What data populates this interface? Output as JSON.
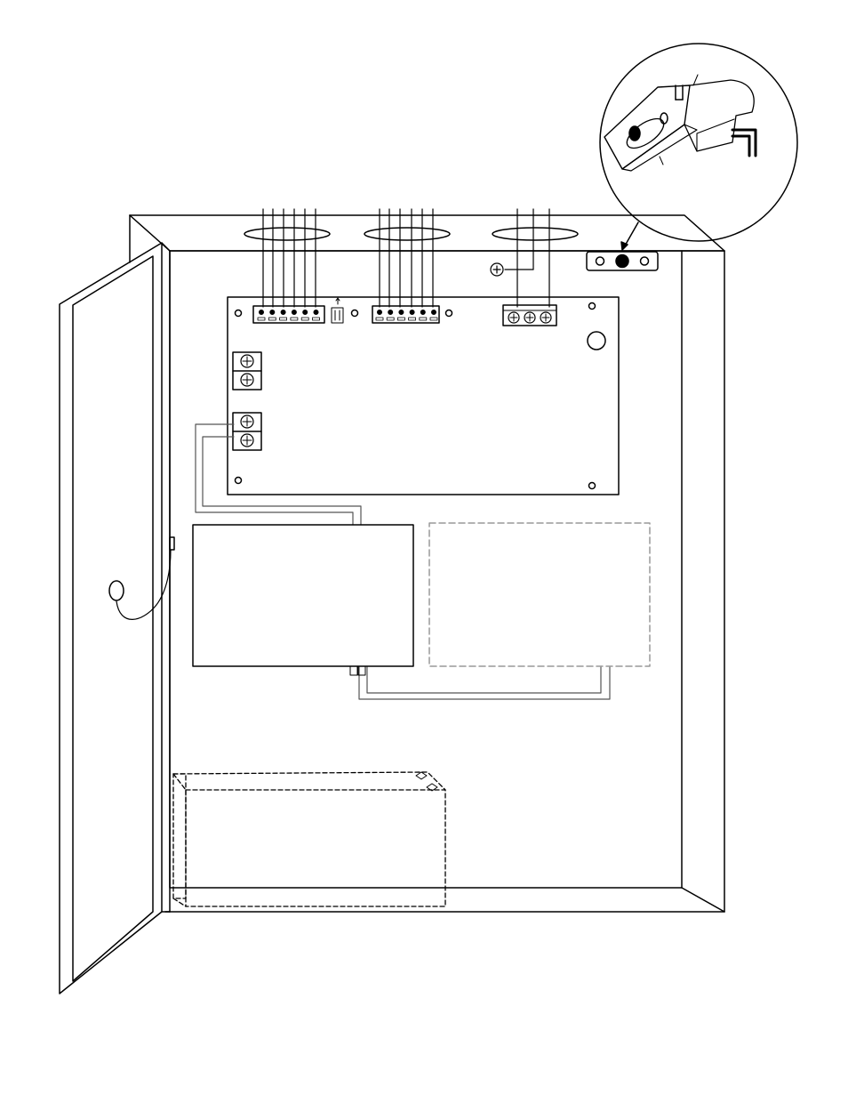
{
  "diagram": {
    "kind": "line-drawing",
    "colors": {
      "line": "#000000",
      "background": "#ffffff",
      "wire_gray": "#555555",
      "optional_dashed": "#999999"
    },
    "components": {
      "enclosure": {
        "icon": "metal-cabinet"
      },
      "door": {
        "icon": "hinged-door"
      },
      "door_lock": {
        "icon": "cam-lock-icon"
      },
      "tamper_switch": {
        "icon": "tamper-switch-icon"
      },
      "tamper_detail": {
        "icon": "magnified-detail-circle"
      },
      "circuit_board": {
        "icon": "pcb-board"
      },
      "terminal_block_left": {
        "terminals": 6
      },
      "terminal_block_right": {
        "terminals": 6
      },
      "dip_switch": {
        "icon": "dip-switch-icon"
      },
      "ac_terminal_block": {
        "terminals": 3
      },
      "ground_screw": {
        "icon": "ground-screw-icon"
      },
      "transformer_installed": {
        "icon": "transformer-box"
      },
      "transformer_optional": {
        "icon": "optional-transformer-outline",
        "style": "dashed"
      },
      "battery": {
        "icon": "battery-outline",
        "style": "dashed"
      }
    }
  }
}
